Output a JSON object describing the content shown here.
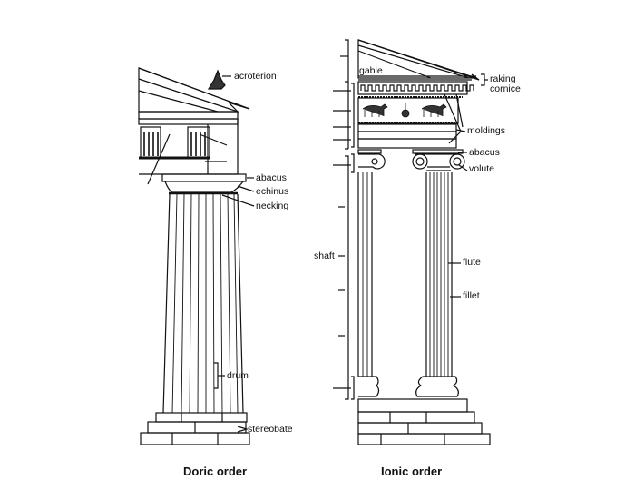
{
  "doric": {
    "caption": "Doric order",
    "labels": {
      "acroterion": "acroterion",
      "abacus": "abacus",
      "echinus": "echinus",
      "necking": "necking",
      "drum": "drum",
      "stereobate": "stereobate"
    }
  },
  "ionic": {
    "caption": "Ionic order",
    "labels": {
      "gable": "gable",
      "raking_cornice": "raking cornice",
      "moldings": "moldings",
      "abacus": "abacus",
      "volute": "volute",
      "shaft": "shaft",
      "flute": "flute",
      "fillet": "fillet"
    }
  },
  "colors": {
    "ink": "#111111",
    "background": "#ffffff"
  }
}
